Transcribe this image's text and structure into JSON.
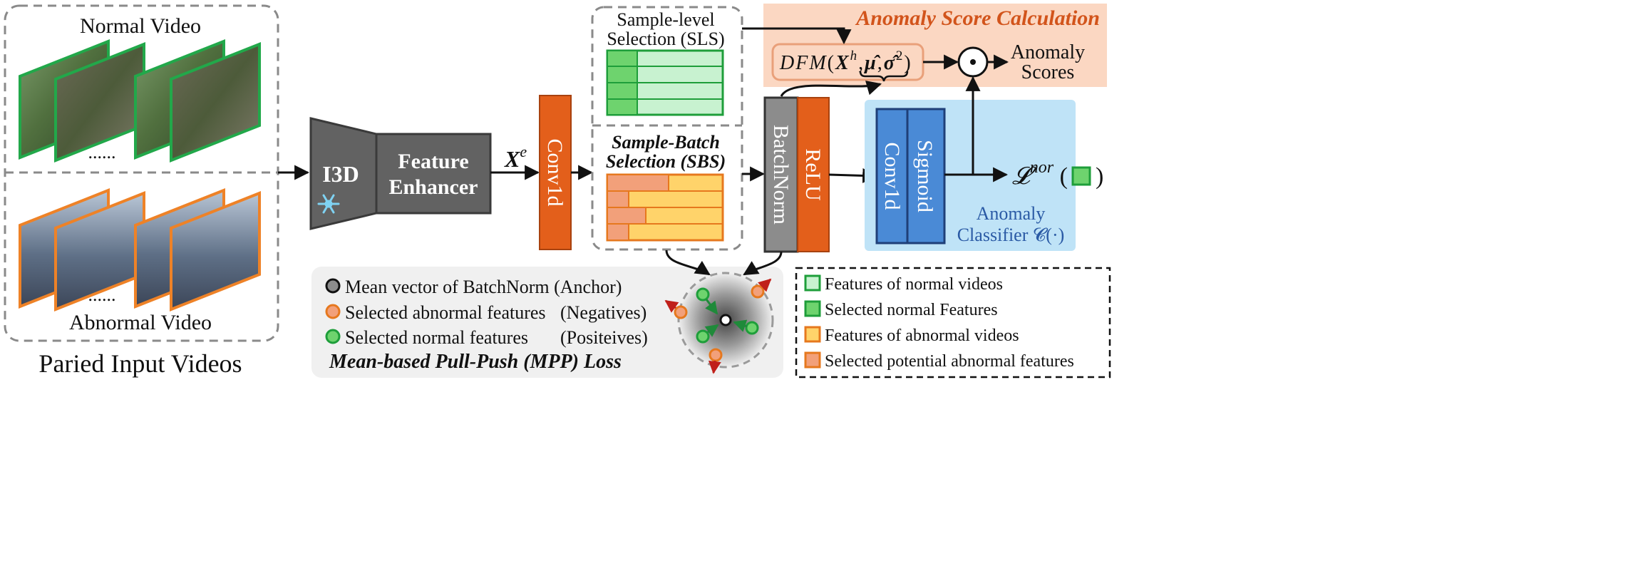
{
  "inputs": {
    "normal_title": "Normal Video",
    "abnormal_title": "Abnormal Video",
    "dots": "......",
    "caption": "Paried Input Videos"
  },
  "backbone": {
    "i3d_label": "I3D",
    "frozen_icon": "snowflake-icon",
    "enhancer_line1": "Feature",
    "enhancer_line2": "Enhancer",
    "xe_base": "X",
    "xe_sup": "e"
  },
  "conv1d_label": "Conv1d",
  "sls": {
    "title_line1": "Sample-level",
    "title_line2": "Selection (SLS)"
  },
  "sbs": {
    "title_line1": "Sample-Batch",
    "title_line2": "Selection (SBS)"
  },
  "norm": {
    "batchnorm_label": "BatchNorm",
    "relu_label": "ReLU"
  },
  "classifier": {
    "conv1d_label": "Conv1d",
    "sigmoid_label": "Sigmoid",
    "name_line1": "Anomaly",
    "name_line2": "Classifier",
    "symbol": "𝓒(·)"
  },
  "score": {
    "panel_title": "Anomaly Score Calculation",
    "dfm_prefix": "DFM",
    "xh_base": "X",
    "xh_sup": "h",
    "mu": "μ̂",
    "sigma": "σ̂",
    "sigma_sup": "2",
    "odot": "⊙",
    "out_line1": "Anomaly",
    "out_line2": "Scores"
  },
  "loss_nor": {
    "base": "𝓛",
    "sup": "nor"
  },
  "mpp": {
    "anchor_text": "Mean vector of BatchNorm (Anchor)",
    "negatives_text": "Selected abnormal features",
    "negatives_tag": "(Negatives)",
    "positives_text": "Selected normal features",
    "positives_tag": "(Positeives)",
    "title": "Mean-based Pull-Push (MPP) Loss"
  },
  "legend": {
    "items": [
      {
        "label": "Features of normal videos",
        "color": "#c8f2d0",
        "border": "#1e9e3a"
      },
      {
        "label": "Selected normal Features",
        "color": "#6ed36e",
        "border": "#1e9e3a"
      },
      {
        "label": "Features of abnormal videos",
        "color": "#ffd36a",
        "border": "#e6781e"
      },
      {
        "label": "Selected potential abnormal features",
        "color": "#f2a07a",
        "border": "#e6781e"
      }
    ]
  },
  "colors": {
    "normal_border": "#22a84a",
    "abnormal_border": "#ee8227",
    "dark_block": "#626262",
    "orange_block": "#e35f1b",
    "blue_block": "#4a8ad6",
    "blue_panel": "#bfe3f7",
    "score_panel": "#fbd7c2",
    "score_title": "#d2541b",
    "mpp_panel": "#f0f0f0"
  }
}
